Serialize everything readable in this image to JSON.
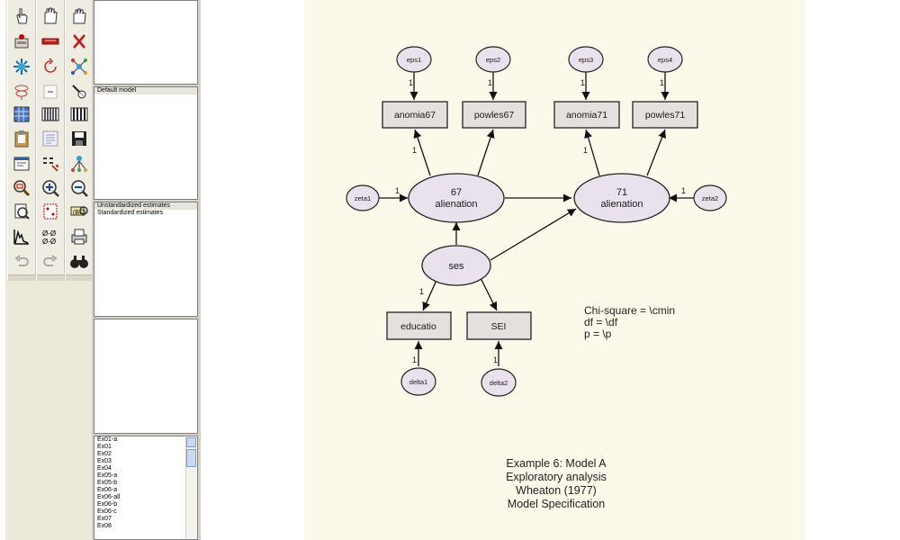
{
  "toolbox": {
    "tools": [
      {
        "name": "draw-observed-icon"
      },
      {
        "name": "draw-unobserved-icon"
      },
      {
        "name": "draw-indicator-icon"
      },
      {
        "name": "draw-path-icon"
      },
      {
        "name": "draw-covariance-icon"
      },
      {
        "name": "add-unique-variable-icon"
      },
      {
        "name": "figure-captions-icon"
      },
      {
        "name": "list-variables-icon"
      },
      {
        "name": "select-object-icon"
      },
      {
        "name": "select-all-icon"
      },
      {
        "name": "deselect-all-icon"
      },
      {
        "name": "duplicate-icon"
      },
      {
        "name": "move-icon"
      },
      {
        "name": "erase-icon"
      },
      {
        "name": "change-shape-icon"
      },
      {
        "name": "rotate-icon"
      },
      {
        "name": "reflect-icon"
      },
      {
        "name": "move-parameters-icon"
      },
      {
        "name": "data-files-icon"
      },
      {
        "name": "analysis-properties-icon"
      },
      {
        "name": "calculate-estimates-icon"
      },
      {
        "name": "clipboard-icon"
      },
      {
        "name": "text-output-icon"
      },
      {
        "name": "save-icon"
      },
      {
        "name": "object-properties-icon"
      },
      {
        "name": "drag-properties-icon"
      },
      {
        "name": "preserve-symmetries-icon"
      },
      {
        "name": "zoom-select-icon"
      },
      {
        "name": "zoom-in-icon"
      },
      {
        "name": "zoom-out-icon"
      },
      {
        "name": "zoom-page-icon"
      },
      {
        "name": "fit-to-page-icon"
      },
      {
        "name": "magnifier-icon"
      },
      {
        "name": "bayesian-icon"
      },
      {
        "name": "multiple-group-icon"
      },
      {
        "name": "print-icon"
      },
      {
        "name": "undo-icon"
      },
      {
        "name": "redo-icon"
      },
      {
        "name": "specification-search-icon"
      }
    ]
  },
  "panels": {
    "groups": [],
    "models": [
      "Default model"
    ],
    "estimates": [
      "Unstandardized estimates",
      "Standardized estimates"
    ],
    "computation_summary": [],
    "files": [
      "Ex01-a",
      "Ex01",
      "Ex02",
      "Ex03",
      "Ex04",
      "Ex05-a",
      "Ex05-b",
      "Ex06-a",
      "Ex06-all",
      "Ex06-b",
      "Ex06-c",
      "Ex07",
      "Ex08"
    ]
  },
  "diagram": {
    "errors": {
      "eps1": "eps1",
      "eps2": "eps2",
      "eps3": "eps3",
      "eps4": "eps4",
      "zeta1": "zeta1",
      "zeta2": "zeta2",
      "delta1": "delta1",
      "delta2": "delta2"
    },
    "observed": {
      "anomia67": "anomia67",
      "powles67": "powles67",
      "anomia71": "anomia71",
      "powles71": "powles71",
      "educatio": "educatio",
      "SEI": "SEI"
    },
    "latent": {
      "alienation67": {
        "line1": "67",
        "line2": "alienation"
      },
      "alienation71": {
        "line1": "71",
        "line2": "alienation"
      },
      "ses": "ses"
    },
    "path_label": "1",
    "fit_stats": [
      "Chi-square = \\cmin",
      "df = \\df",
      "p = \\p"
    ],
    "caption": [
      "Example 6: Model A",
      "Exploratory analysis",
      "Wheaton (1977)",
      "Model Specification"
    ]
  },
  "colors": {
    "canvas": "#fbf9e9",
    "node_fill": "#e9e2ec",
    "box_fill": "#e3e0dd",
    "stroke": "#222222"
  }
}
